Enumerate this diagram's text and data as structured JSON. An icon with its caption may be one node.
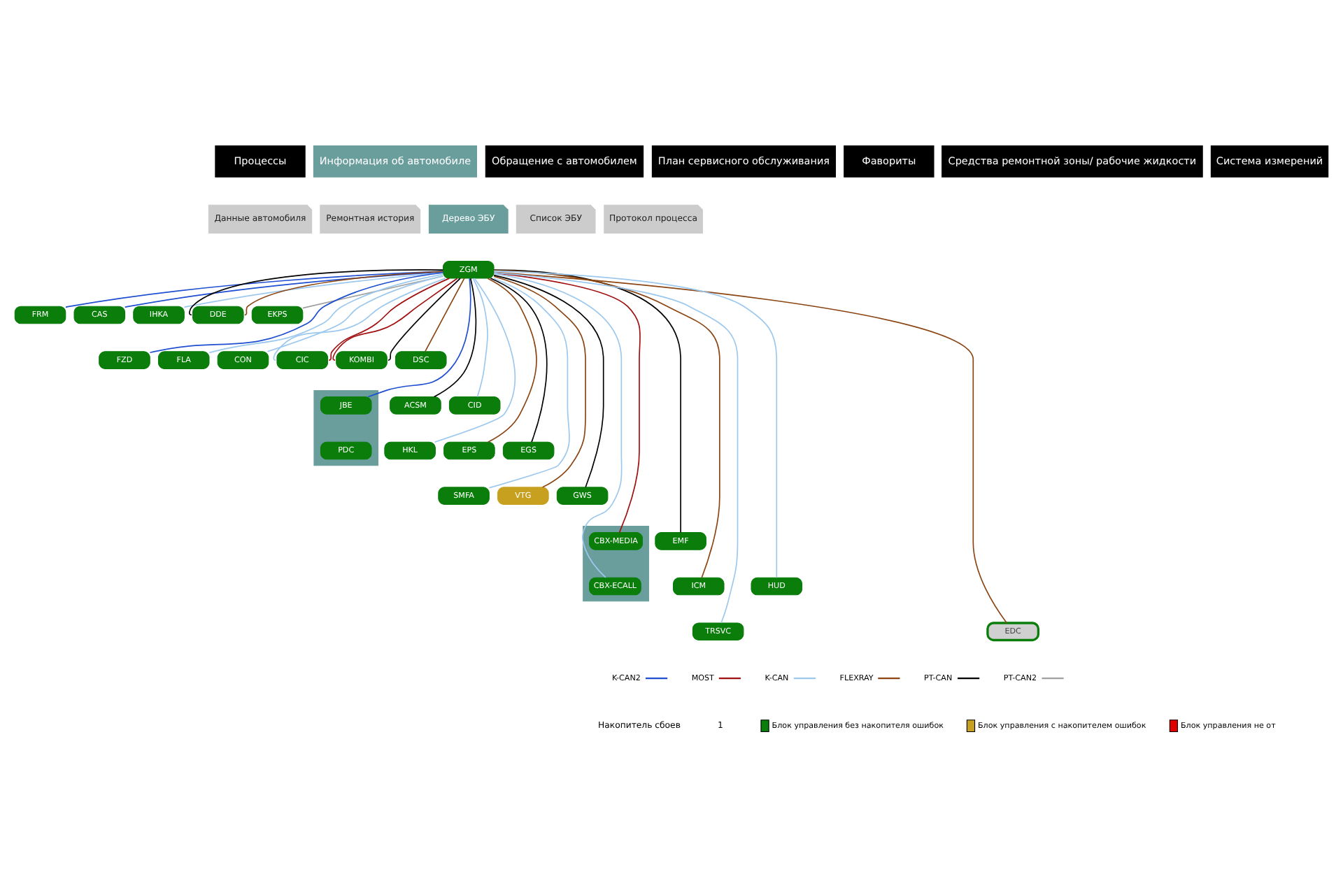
{
  "diagram": {
    "nodes": [
      {
        "text": [
          "Процессы"
        ]
      },
      {
        "text": [
          "Информация об автомобиле"
        ]
      },
      {
        "text": [
          "Обращение с автомобилем"
        ]
      },
      {
        "text": [
          "План сервисного обслуживания"
        ]
      },
      {
        "text": [
          "Фавориты"
        ]
      },
      {
        "text": [
          "Средства ремонтной зоны/ рабочие жидкости"
        ]
      },
      {
        "text": [
          "Система измерений"
        ]
      },
      {
        "text": [
          "Данные автомобиля"
        ]
      },
      {
        "text": [
          "Ремонтная история"
        ]
      },
      {
        "text": [
          "Дерево ЭБУ"
        ]
      },
      {
        "text": [
          "Список ЭБУ"
        ]
      },
      {
        "text": [
          "Протокол процесса"
        ]
      },
      {
        "text": [
          "ZGM"
        ]
      },
      {
        "text": [
          "FRM"
        ]
      },
      {
        "text": [
          "CAS"
        ]
      },
      {
        "text": [
          "IHKA"
        ]
      },
      {
        "text": [
          "DDE"
        ]
      },
      {
        "text": [
          "EKPS"
        ]
      },
      {
        "text": [
          "FZD"
        ]
      },
      {
        "text": [
          "FLA"
        ]
      },
      {
        "text": [
          "CON"
        ]
      },
      {
        "text": [
          "CIC"
        ]
      },
      {
        "text": [
          "KOMBI"
        ]
      },
      {
        "text": [
          "DSC"
        ]
      },
      {
        "text": [],
        "shape": "box"
      },
      {
        "text": [
          "JBE"
        ],
        "in": 24
      },
      {
        "text": [
          "ACSM"
        ]
      },
      {
        "text": [
          "CID"
        ]
      },
      {
        "text": [
          "PDC"
        ],
        "in": 24
      },
      {
        "text": [
          "HKL"
        ]
      },
      {
        "text": [
          "EPS"
        ]
      },
      {
        "text": [
          "EGS"
        ]
      },
      {
        "text": [
          "SMFA"
        ]
      },
      {
        "text": [
          "VTG"
        ]
      },
      {
        "text": [
          "GWS"
        ]
      },
      {
        "text": [],
        "shape": "box"
      },
      {
        "text": [
          "CBX-MEDIA"
        ],
        "in": 35
      },
      {
        "text": [
          "CBX-ECALL"
        ],
        "in": 35
      },
      {
        "text": [
          "EMF"
        ]
      },
      {
        "text": [
          "ICM"
        ]
      },
      {
        "text": [
          "EDC"
        ]
      },
      {
        "text": [
          "HUD"
        ]
      },
      {
        "text": [
          "TRSVC"
        ]
      }
    ],
    "edges": [
      {
        "from": 12,
        "to": 13,
        "arrow": "none",
        "color": "#1f4fd0"
      },
      {
        "from": 12,
        "to": 18,
        "arrow": "none",
        "color": "#1f4fd0"
      },
      {
        "from": 12,
        "to": 25,
        "arrow": "none",
        "color": "#1f4fd0"
      },
      {
        "from": 12,
        "to": 14,
        "arrow": "none",
        "color": "#1f4fd0"
      },
      {
        "from": 12,
        "to": 15,
        "arrow": "none",
        "color": "#9cc8ee"
      },
      {
        "from": 12,
        "to": 20,
        "arrow": "none",
        "color": "#9cc8ee"
      },
      {
        "from": 12,
        "to": 27,
        "arrow": "none",
        "color": "#9cc8ee"
      },
      {
        "from": 12,
        "to": 19,
        "arrow": "none",
        "color": "#9cc8ee"
      },
      {
        "from": 12,
        "to": 29,
        "arrow": "none",
        "color": "#9cc8ee"
      },
      {
        "from": 12,
        "to": 32,
        "arrow": "none",
        "color": "#9cc8ee"
      },
      {
        "from": 12,
        "to": 41,
        "arrow": "none",
        "color": "#9cc8ee"
      },
      {
        "from": 12,
        "to": 42,
        "arrow": "none",
        "color": "#9cc8ee"
      },
      {
        "from": 12,
        "to": 21,
        "arrow": "none",
        "color": "#9cc8ee"
      },
      {
        "from": 12,
        "to": 37,
        "arrow": "none",
        "color": "#9cc8ee"
      },
      {
        "from": 12,
        "to": 21,
        "arrow": "none",
        "color": "#a01010"
      },
      {
        "from": 12,
        "to": 36,
        "arrow": "none",
        "color": "#a01010"
      },
      {
        "from": 12,
        "to": 22,
        "arrow": "none",
        "color": "#a01010"
      },
      {
        "from": 12,
        "to": 22,
        "arrow": "none",
        "color": "#000000"
      },
      {
        "from": 12,
        "to": 26,
        "arrow": "none",
        "color": "#000000"
      },
      {
        "from": 12,
        "to": 16,
        "arrow": "none",
        "color": "#000000"
      },
      {
        "from": 12,
        "to": 31,
        "arrow": "none",
        "color": "#000000"
      },
      {
        "from": 12,
        "to": 34,
        "arrow": "none",
        "color": "#000000"
      },
      {
        "from": 12,
        "to": 38,
        "arrow": "none",
        "color": "#000000"
      },
      {
        "from": 12,
        "to": 16,
        "arrow": "none",
        "color": "#8b4513"
      },
      {
        "from": 12,
        "to": 23,
        "arrow": "none",
        "color": "#8b4513"
      },
      {
        "from": 12,
        "to": 30,
        "arrow": "none",
        "color": "#8b4513"
      },
      {
        "from": 12,
        "to": 33,
        "arrow": "none",
        "color": "#8b4513"
      },
      {
        "from": 12,
        "to": 39,
        "arrow": "none",
        "color": "#8b4513"
      },
      {
        "from": 12,
        "to": 40,
        "arrow": "none",
        "color": "#8b4513"
      },
      {
        "from": 12,
        "to": 17,
        "arrow": "none",
        "color": "#a0a0a0"
      }
    ],
    "labels": [
      "Накопитель сбоев",
      "1"
    ],
    "legend": [
      {
        "text": "K-CAN2",
        "color": "#1f4fd0"
      },
      {
        "text": "MOST",
        "color": "#a01010"
      },
      {
        "text": "K-CAN",
        "color": "#9cc8ee"
      },
      {
        "text": "FLEXRAY",
        "color": "#8b4513"
      },
      {
        "text": "PT-CAN",
        "color": "#000000"
      },
      {
        "text": "PT-CAN2",
        "color": "#a0a0a0"
      },
      {
        "text": "Блок управления без накопителя ошибок",
        "color": "#0a7d0a"
      },
      {
        "text": "Блок управления с накопителем ошибок",
        "color": "#c8a020"
      },
      {
        "text": "Блок управления не от",
        "color": "#e00000"
      }
    ]
  }
}
